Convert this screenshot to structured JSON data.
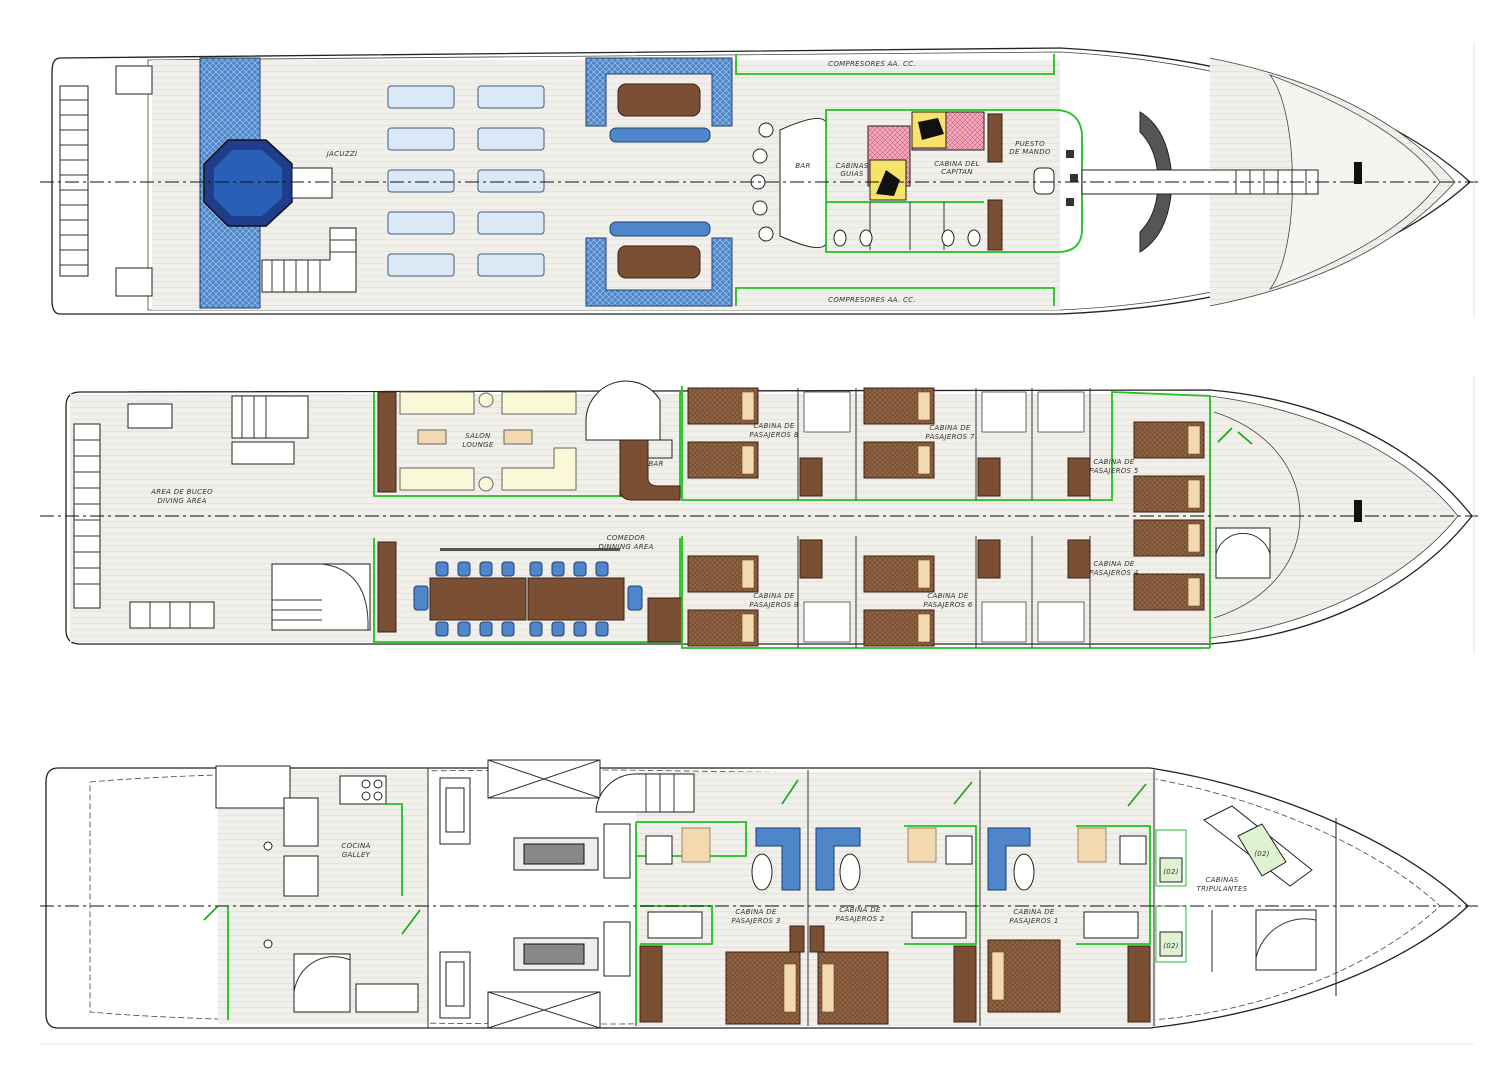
{
  "upper_deck": {
    "jacuzzi": "JACUZZI",
    "compresores_top": "COMPRESORES AA. CC.",
    "compresores_bottom": "COMPRESORES AA. CC.",
    "bar": "BAR",
    "cabinas_guias": [
      "CABINAS",
      "GUIAS"
    ],
    "cabina_capitan": [
      "CABINA DEL",
      "CAPITAN"
    ],
    "puesto_mando": [
      "PUESTO",
      "DE MANDO"
    ]
  },
  "main_deck": {
    "area_buceo": [
      "AREA DE BUCEO",
      "DIVING AREA"
    ],
    "salon": [
      "SALON",
      "LOUNGE"
    ],
    "bar": "BAR",
    "comedor": [
      "COMEDOR",
      "DINNING AREA"
    ],
    "cabina_8": [
      "CABINA DE",
      "PASAJEROS 8"
    ],
    "cabina_7": [
      "CABINA DE",
      "PASAJEROS 7"
    ],
    "cabina_5": [
      "CABINA DE",
      "PASAJEROS 5"
    ],
    "cabina_9": [
      "CABINA DE",
      "PASAJEROS 9"
    ],
    "cabina_6": [
      "CABINA DE",
      "PASAJEROS 6"
    ],
    "cabina_4": [
      "CABINA DE",
      "PASAJEROS 4"
    ]
  },
  "lower_deck": {
    "cocina": [
      "COCINA",
      "GALLEY"
    ],
    "cabina_3": [
      "CABINA DE",
      "PASAJEROS 3"
    ],
    "cabina_2": [
      "CABINA DE",
      "PASAJEROS 2"
    ],
    "cabina_1": [
      "CABINA DE",
      "PASAJEROS 1"
    ],
    "cabinas_tripulantes": [
      "CABINAS",
      "TRIPULANTES"
    ],
    "crew_mark": "(02)"
  },
  "colors": {
    "green_partition": "#1fc21f",
    "furniture_brown": "#7b4f34",
    "pool_blue": "#4f86c9"
  }
}
